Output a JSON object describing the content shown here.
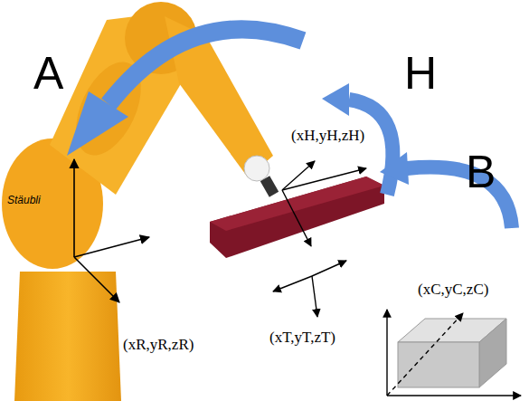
{
  "diagram": {
    "labels": [
      "A",
      "H",
      "B",
      "(xH,yH,zH)",
      "(xR,yR,zR)",
      "(xT,yT,zT)",
      "(xC,yC,zC)",
      "Stäubli"
    ]
  }
}
